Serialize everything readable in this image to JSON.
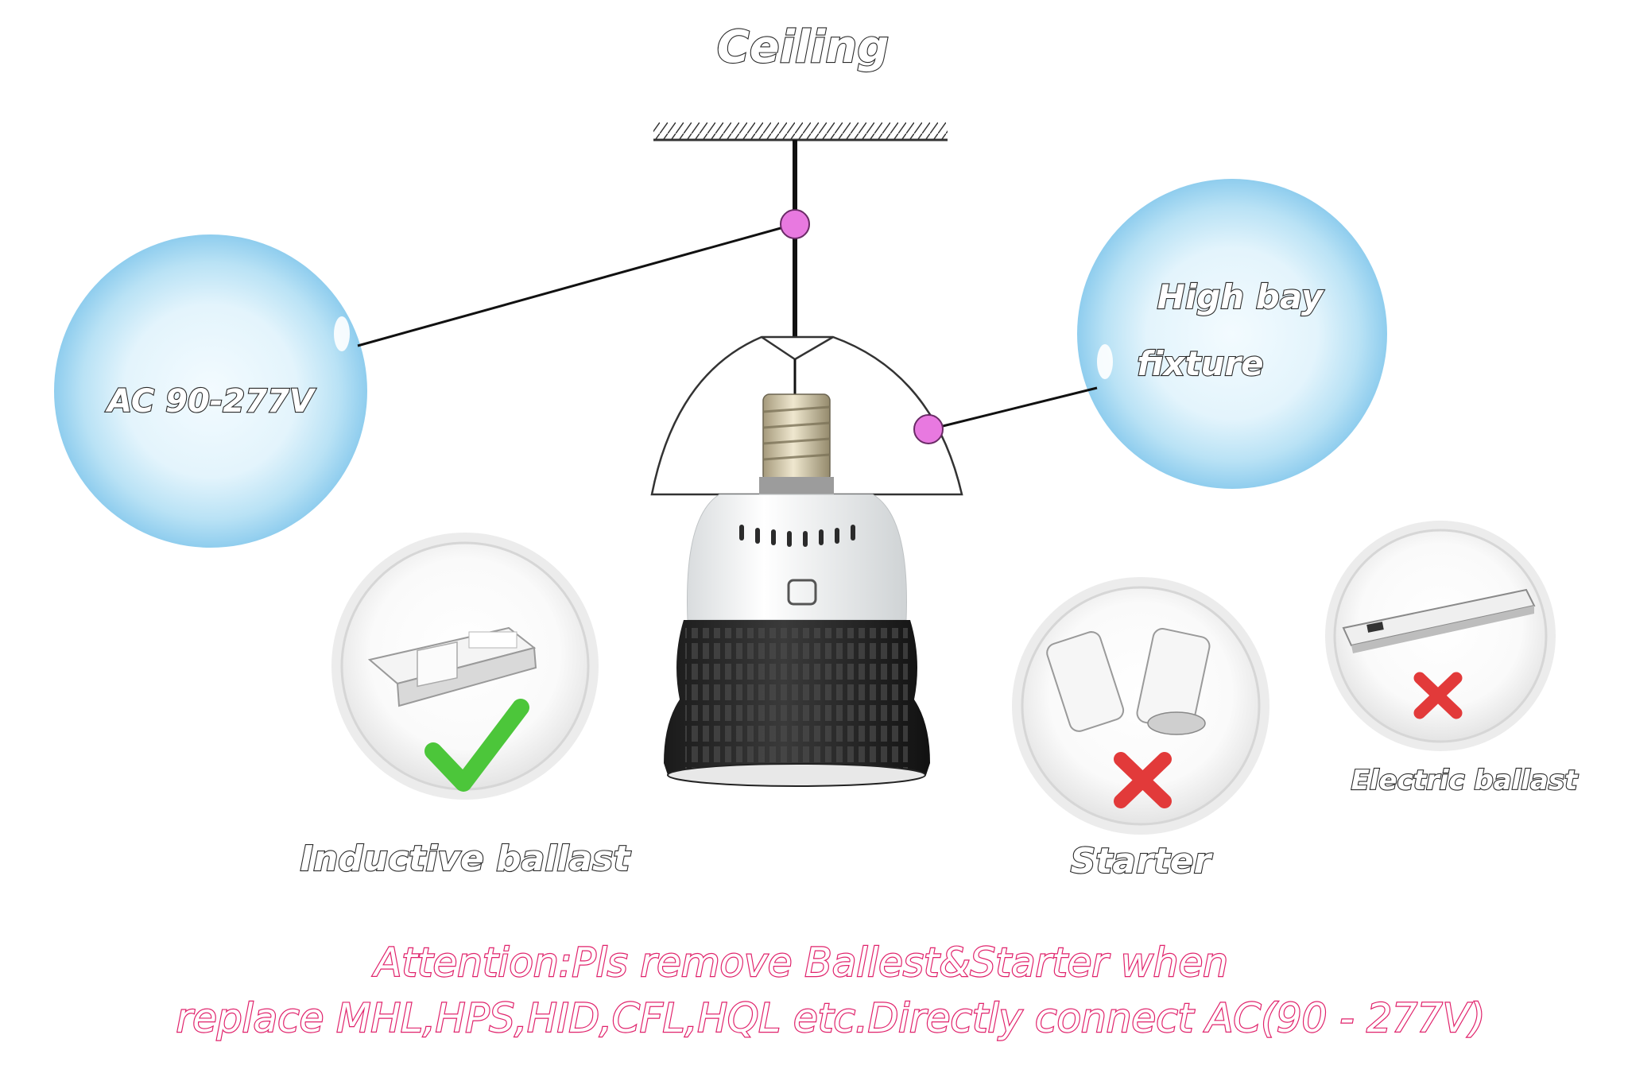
{
  "diagram": {
    "ceiling_label": "Ceiling",
    "voltage_label": "AC 90-277V",
    "fixture_label_line1": "High bay",
    "fixture_label_line2": "fixture",
    "components": [
      {
        "label": "Inductive ballast",
        "status": "supported",
        "mark_icon": "check-icon"
      },
      {
        "label": "Starter",
        "status": "remove",
        "mark_icon": "cross-icon"
      },
      {
        "label": "Electric ballast",
        "status": "remove",
        "mark_icon": "cross-icon"
      }
    ],
    "attention_line1": "Attention:Pls remove Ballest&Starter when",
    "attention_line2": "replace MHL,HPS,HID,CFL,HQL etc.Directly connect AC(90 - 277V)"
  },
  "colors": {
    "connector_dot": "#e879e0",
    "bubble": "#9fd6f0",
    "check": "#4cc63a",
    "cross": "#e23a3a",
    "attention": "#e0226b"
  }
}
